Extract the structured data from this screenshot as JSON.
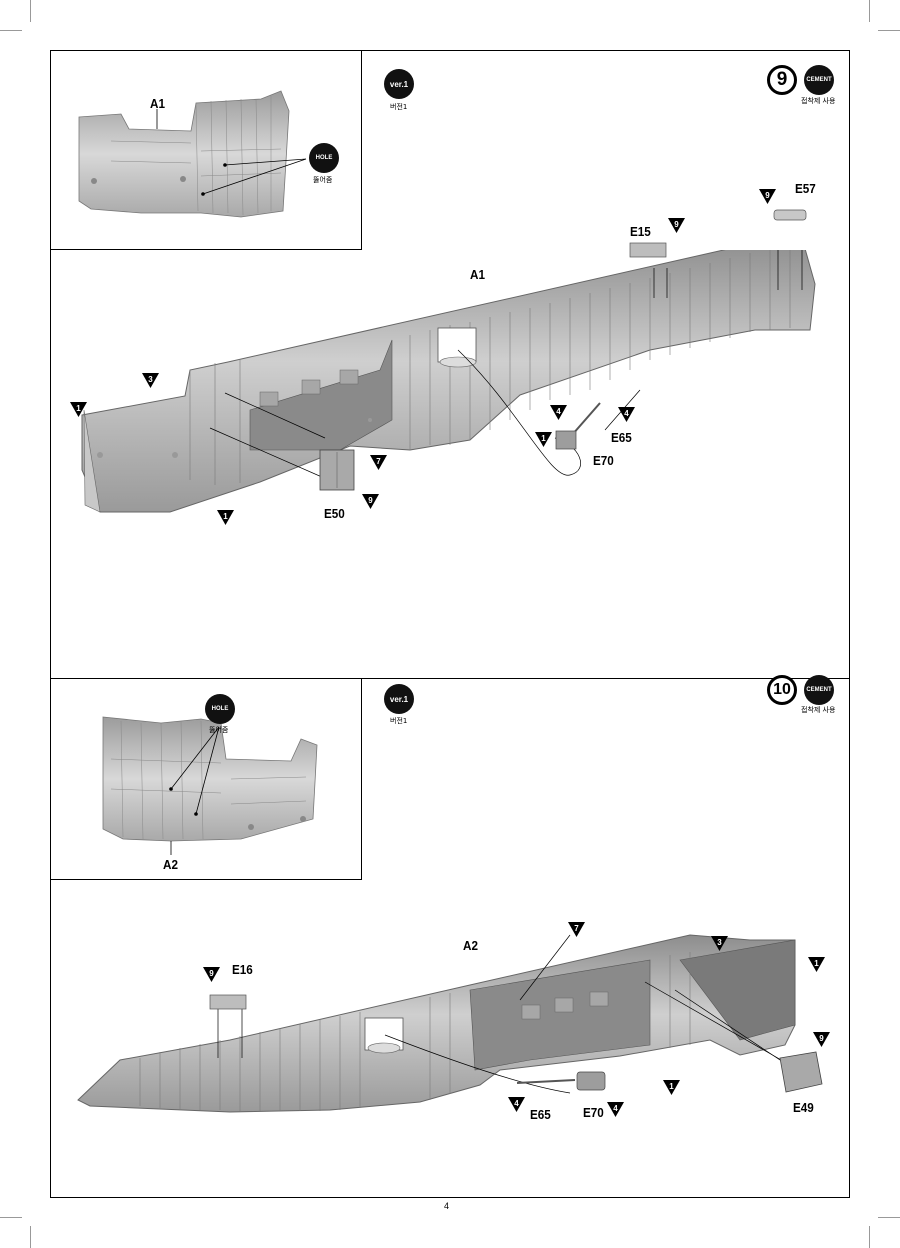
{
  "page": {
    "number": "4"
  },
  "step9": {
    "step_number": "9",
    "version_label": "ver.1",
    "version_caption": "버전1",
    "cement_label": "CEMENT",
    "cement_caption": "접착제 사용",
    "hole_label": "HOLE",
    "hole_caption": "뚫어줌",
    "inset_part": "A1",
    "main_part": "A1",
    "parts": [
      "E57",
      "E15",
      "E65",
      "E70",
      "E50"
    ],
    "paint_markers": [
      "1",
      "3",
      "1",
      "7",
      "9",
      "4",
      "4",
      "1",
      "9",
      "9"
    ]
  },
  "step10": {
    "step_number": "10",
    "version_label": "ver.1",
    "version_caption": "버전1",
    "cement_label": "CEMENT",
    "cement_caption": "접착제 사용",
    "hole_label": "HOLE",
    "hole_caption": "뚫어줌",
    "inset_part": "A2",
    "main_part": "A2",
    "parts": [
      "E16",
      "E65",
      "E70",
      "E49"
    ],
    "paint_markers": [
      "9",
      "7",
      "3",
      "1",
      "9",
      "4",
      "4",
      "1"
    ]
  },
  "colors": {
    "paint_marker": "#000000",
    "fuselage": "#b7b7b7",
    "panel": "#8f8f8f"
  }
}
